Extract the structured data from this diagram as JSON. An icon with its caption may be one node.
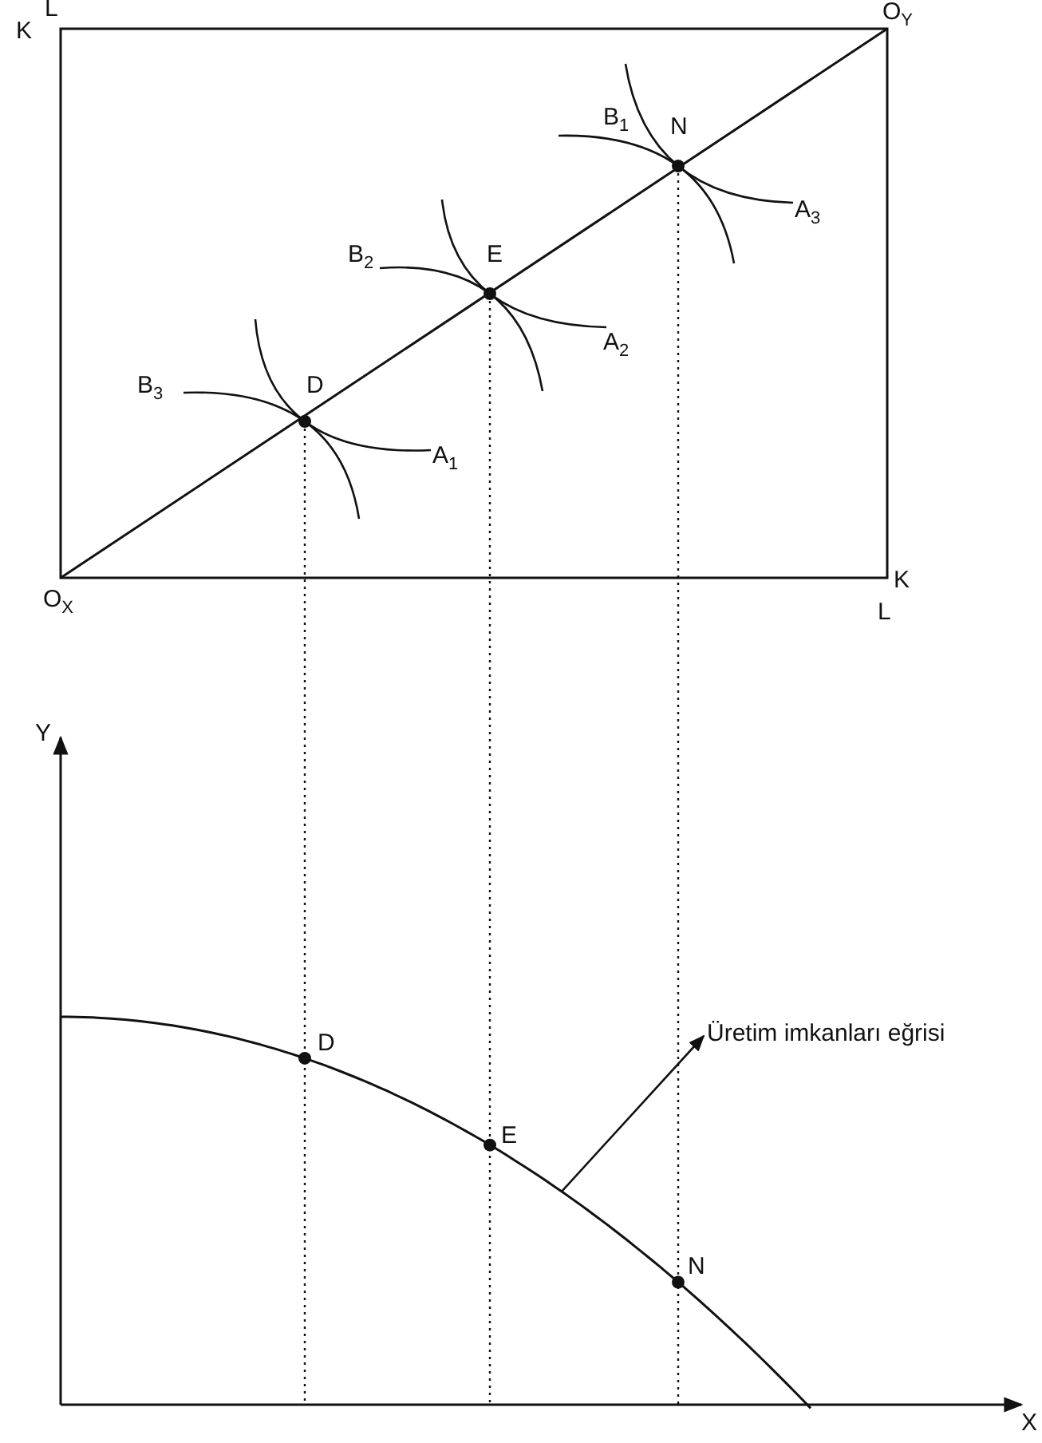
{
  "diagram": {
    "nodes": [
      {
        "text": [
          "Üretim imkanları eğrisi"
        ]
      },
      {
        "text": [],
        "shape": "curve"
      }
    ],
    "edges": [
      {
        "from": 1,
        "to": 0,
        "arrow": "to"
      }
    ],
    "labels": [
      "L",
      "O$_{Y}$",
      "K",
      "B$_{1}$",
      "N",
      "A$_{3}$",
      "B$_{2}$",
      "E",
      "A$_{2}$",
      "B$_{3}$",
      "D",
      "A$_{1}$",
      "K",
      "O$_{X}$",
      "L",
      "Y",
      "D",
      "E",
      "N",
      "X"
    ]
  }
}
